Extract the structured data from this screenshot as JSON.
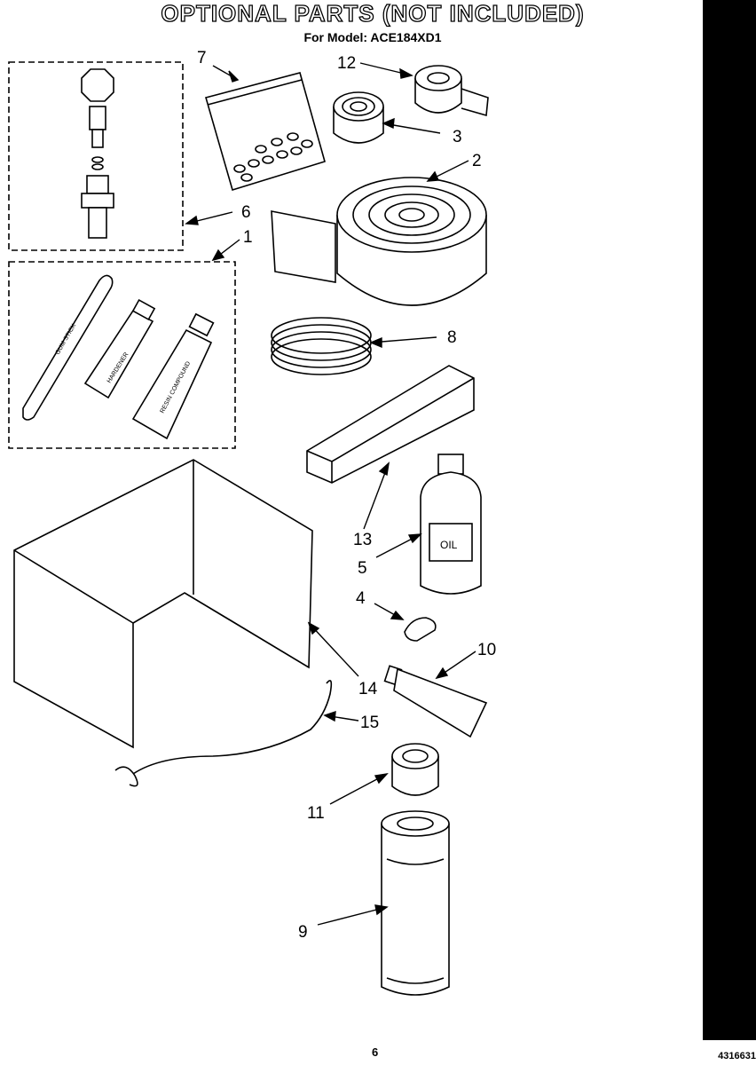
{
  "title": "OPTIONAL PARTS (NOT INCLUDED)",
  "subtitle": "For Model: ACE184XD1",
  "page_number": "6",
  "doc_number": "4316631",
  "callouts": [
    "1",
    "2",
    "3",
    "4",
    "5",
    "6",
    "7",
    "8",
    "9",
    "10",
    "11",
    "12",
    "13",
    "14",
    "15"
  ],
  "part_text": {
    "stick": "GUM STICK",
    "hardener": "HARDENER",
    "resin": "RESIN COMPOUND",
    "oil": "OIL"
  }
}
